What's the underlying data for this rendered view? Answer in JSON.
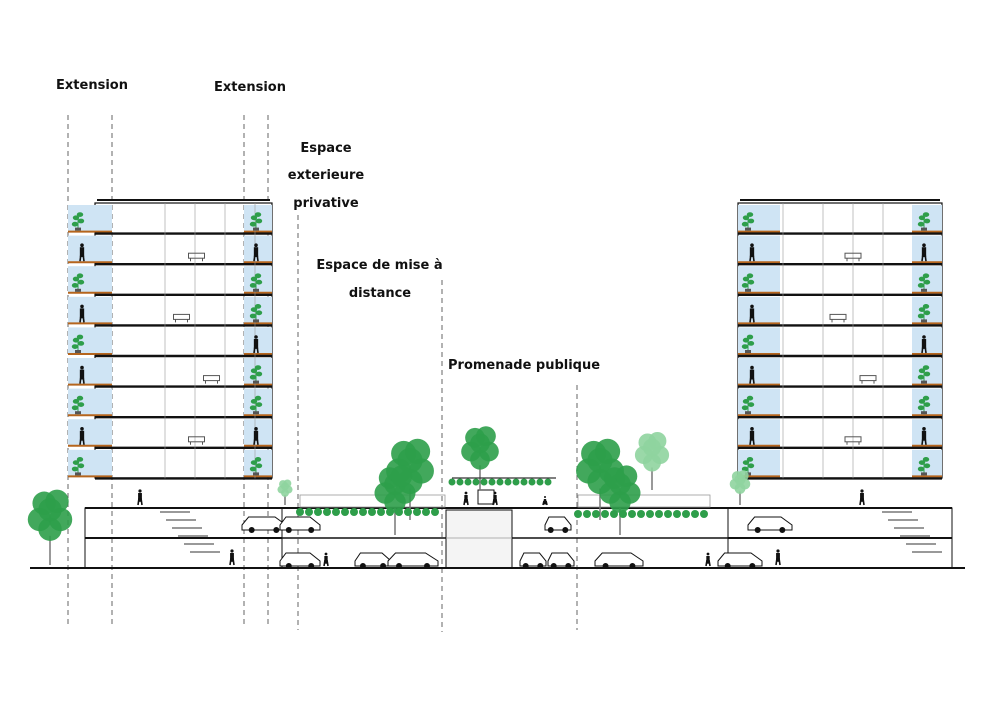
{
  "labels": {
    "extension_left": "Extension",
    "extension_right": "Extension",
    "espace_ext_1": "Espace",
    "espace_ext_2": "exterieure",
    "espace_ext_3": "privative",
    "mise_distance_1": "Espace de mise à",
    "mise_distance_2": "distance",
    "promenade": "Promenade publique"
  },
  "colors": {
    "glass": "#cfe4f4",
    "floor": "#111111",
    "tree": "#2e9e4a",
    "tree_light": "#8fd49f",
    "balcony_edge": "#b5651d",
    "ground": "#111111"
  },
  "icons": {
    "tree": "tree-icon",
    "plant": "plant-icon",
    "person": "person-icon",
    "car": "car-icon"
  }
}
